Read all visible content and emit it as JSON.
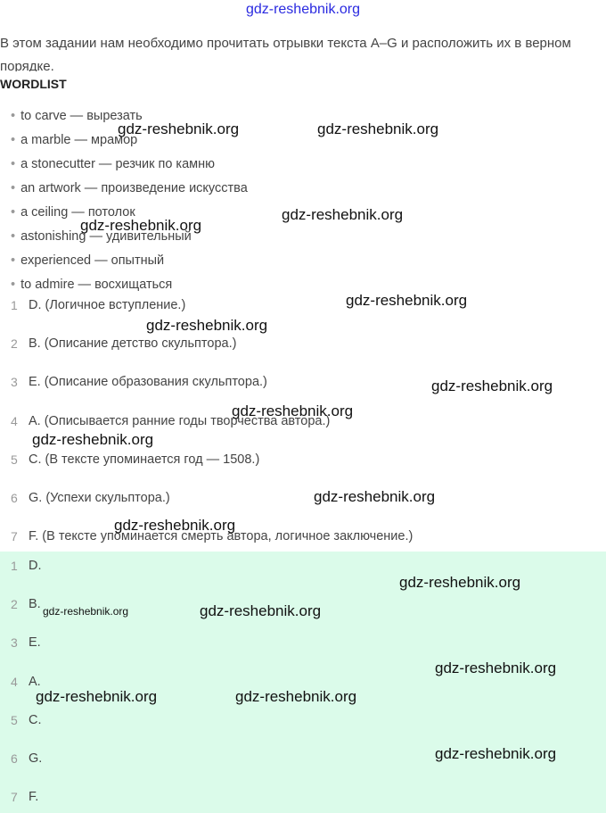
{
  "site": "gdz-reshebnik.org",
  "intro": "В этом задании нам необходимо прочитать отрывки текста A–G и расположить их в верном порядке.",
  "wordlist_title": "WORDLIST",
  "wordlist": [
    "to carve — вырезать",
    "a marble — мрамор",
    "a stonecutter — резчик по камню",
    "an artwork — произведение искусства",
    "a ceiling — потолок",
    "astonishing — удивительный",
    "experienced — опытный",
    "to admire — восхищаться"
  ],
  "order": [
    {
      "n": "1",
      "t": "D. (Логичное вступление.)"
    },
    {
      "n": "2",
      "t": "B. (Описание детство скульптора.)"
    },
    {
      "n": "3",
      "t": "E. (Описание образования скульптора.)"
    },
    {
      "n": "4",
      "t": "A. (Описывается ранние годы творчества автора.)"
    },
    {
      "n": "5",
      "t": "C. (В тексте упоминается год — 1508.)"
    },
    {
      "n": "6",
      "t": "G. (Успехи скульптора.)"
    },
    {
      "n": "7",
      "t": "F. (В тексте упоминается смерть автора, логичное заключение.)"
    }
  ],
  "answers": [
    {
      "n": "1",
      "t": "D."
    },
    {
      "n": "2",
      "t": "B."
    },
    {
      "n": "3",
      "t": "E."
    },
    {
      "n": "4",
      "t": "A."
    },
    {
      "n": "5",
      "t": "C."
    },
    {
      "n": "6",
      "t": "G."
    },
    {
      "n": "7",
      "t": "F."
    }
  ],
  "watermark": "gdz-reshebnik.org"
}
